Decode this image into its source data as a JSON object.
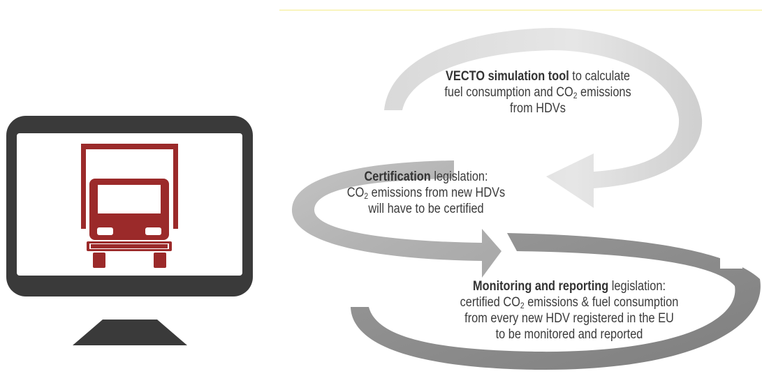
{
  "diagram": {
    "step1": {
      "bold": "VECTO simulation tool",
      "line1_rest": " to calculate",
      "line2_a": "fuel consumption and CO",
      "line2_sub": "2",
      "line2_b": " emissions",
      "line3": "from HDVs"
    },
    "step2": {
      "bold": "Certification",
      "line1_rest": " legislation:",
      "line2_a": "CO",
      "line2_sub": "2",
      "line2_b": " emissions from new HDVs",
      "line3": "will have to be certified"
    },
    "step3": {
      "bold": "Monitoring and reporting",
      "line1_rest": " legislation:",
      "line2_a": "certified CO",
      "line2_sub": "2",
      "line2_b": " emissions & fuel consumption",
      "line3": "from every new HDV registered in the EU",
      "line4": "to be monitored and reported"
    }
  },
  "icon": {
    "name": "truck-on-monitor",
    "monitor_color": "#3a3a3a",
    "truck_color": "#9b2a2a"
  }
}
